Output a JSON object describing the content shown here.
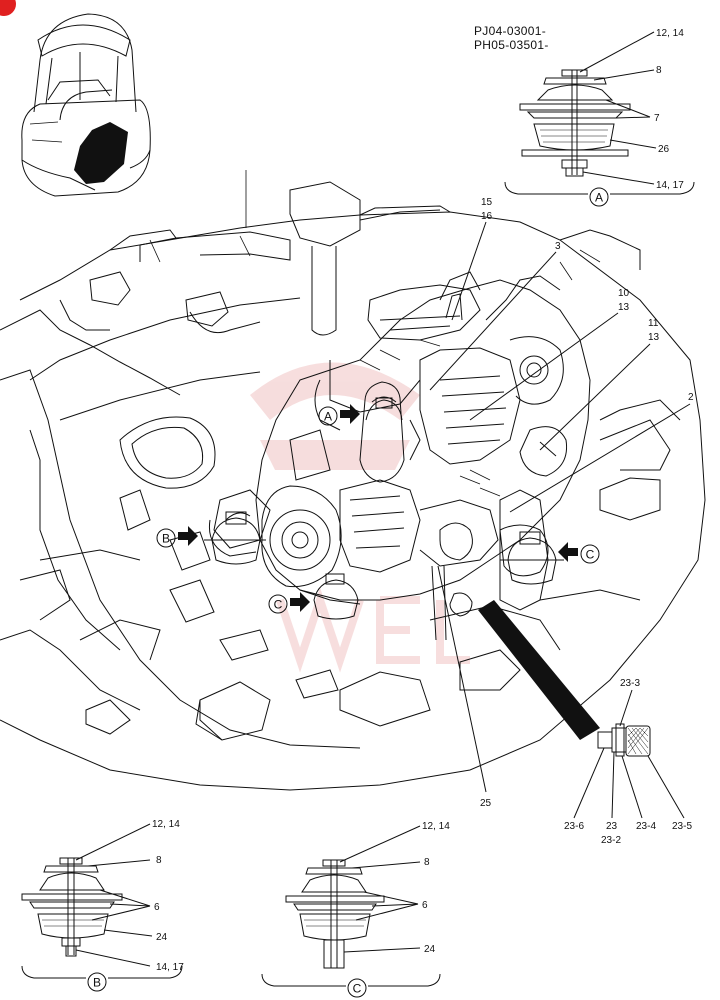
{
  "header": {
    "serial_1": "PJ04-03001-",
    "serial_2": "PH05-03501-"
  },
  "views": {
    "a": {
      "letter": "A"
    },
    "b": {
      "letter": "B"
    },
    "c": {
      "letter": "C"
    }
  },
  "callouts": {
    "a_12_14": "12, 14",
    "a_8": "8",
    "a_7": "7",
    "a_26": "26",
    "a_14_17": "14, 17",
    "p_15": "15",
    "p_16": "16",
    "p_3": "3",
    "p_10": "10",
    "p_13a": "13",
    "p_11": "11",
    "p_13b": "13",
    "p_2": "2",
    "p_25": "25",
    "d_23_3": "23-3",
    "d_23_6": "23-6",
    "d_23": "23",
    "d_23_2": "23-2",
    "d_23_4": "23-4",
    "d_23_5": "23-5",
    "b_12_14": "12, 14",
    "b_8": "8",
    "b_6": "6",
    "b_24": "24",
    "b_14_17": "14, 17",
    "c_12_14": "12, 14",
    "c_8": "8",
    "c_6": "6",
    "c_24": "24"
  },
  "colors": {
    "line": "#111111",
    "highlight": "#111111",
    "watermark": "#e8a0a0",
    "corner_badge": "#e02020"
  },
  "icons": {
    "locator": "excavator-locator-icon",
    "pointer": "arrow-right-icon"
  }
}
